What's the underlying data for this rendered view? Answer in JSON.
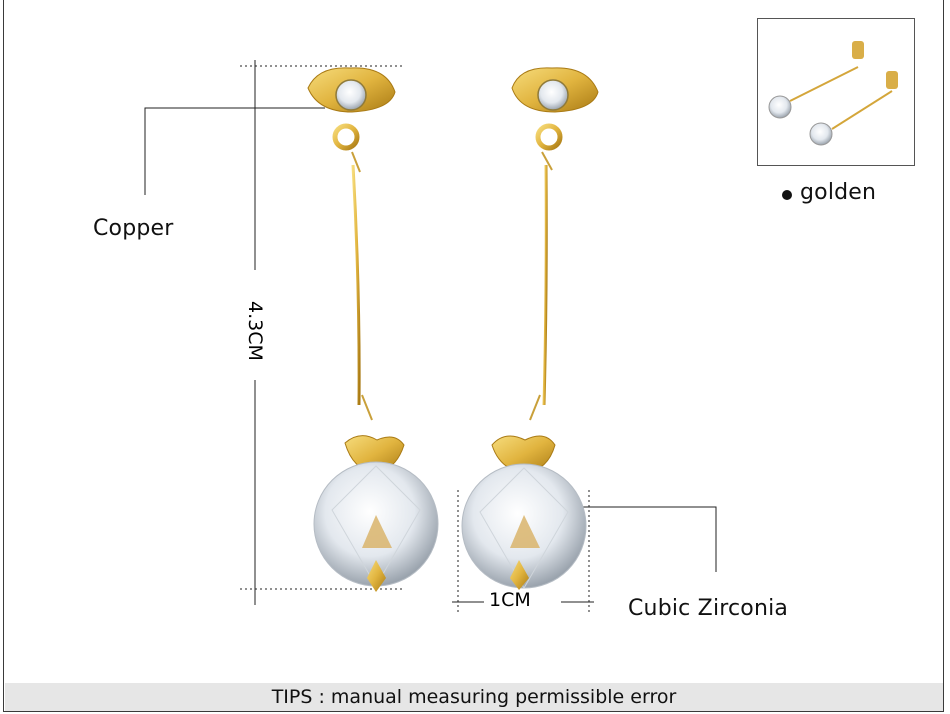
{
  "labels": {
    "material_metal": "Copper",
    "material_stone": "Cubic Zirconia",
    "color_option": "golden",
    "length": "4.3CM",
    "width": "1CM"
  },
  "tips": "TIPS : manual measuring permissible error",
  "colors": {
    "gold": "#e1b43f",
    "gold_dark": "#b8860b",
    "crystal": "#e8eef3",
    "tips_bar": "#e6e6e6"
  }
}
